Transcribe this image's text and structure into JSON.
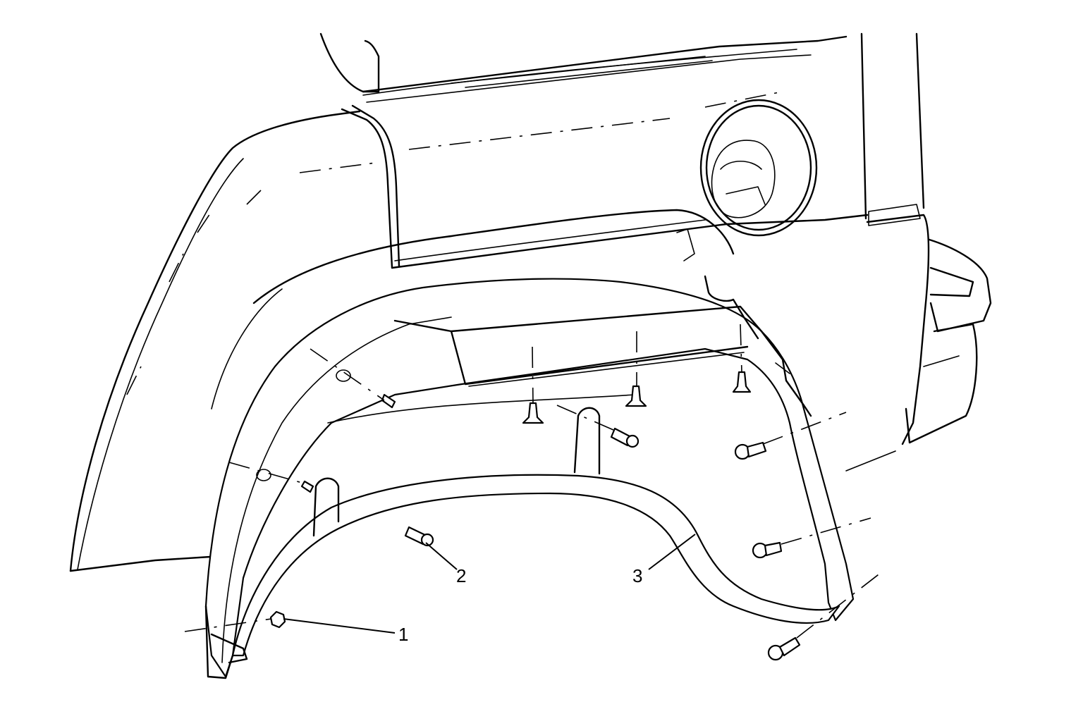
{
  "callouts": [
    {
      "id": "1",
      "label": "1",
      "description": ""
    },
    {
      "id": "2",
      "label": "2",
      "description": ""
    },
    {
      "id": "3",
      "label": "3",
      "description": ""
    }
  ],
  "colors": {
    "line": "#000000",
    "background": "#ffffff"
  },
  "icons": [
    "fastener-icon",
    "push-pin-icon",
    "nut-icon"
  ]
}
